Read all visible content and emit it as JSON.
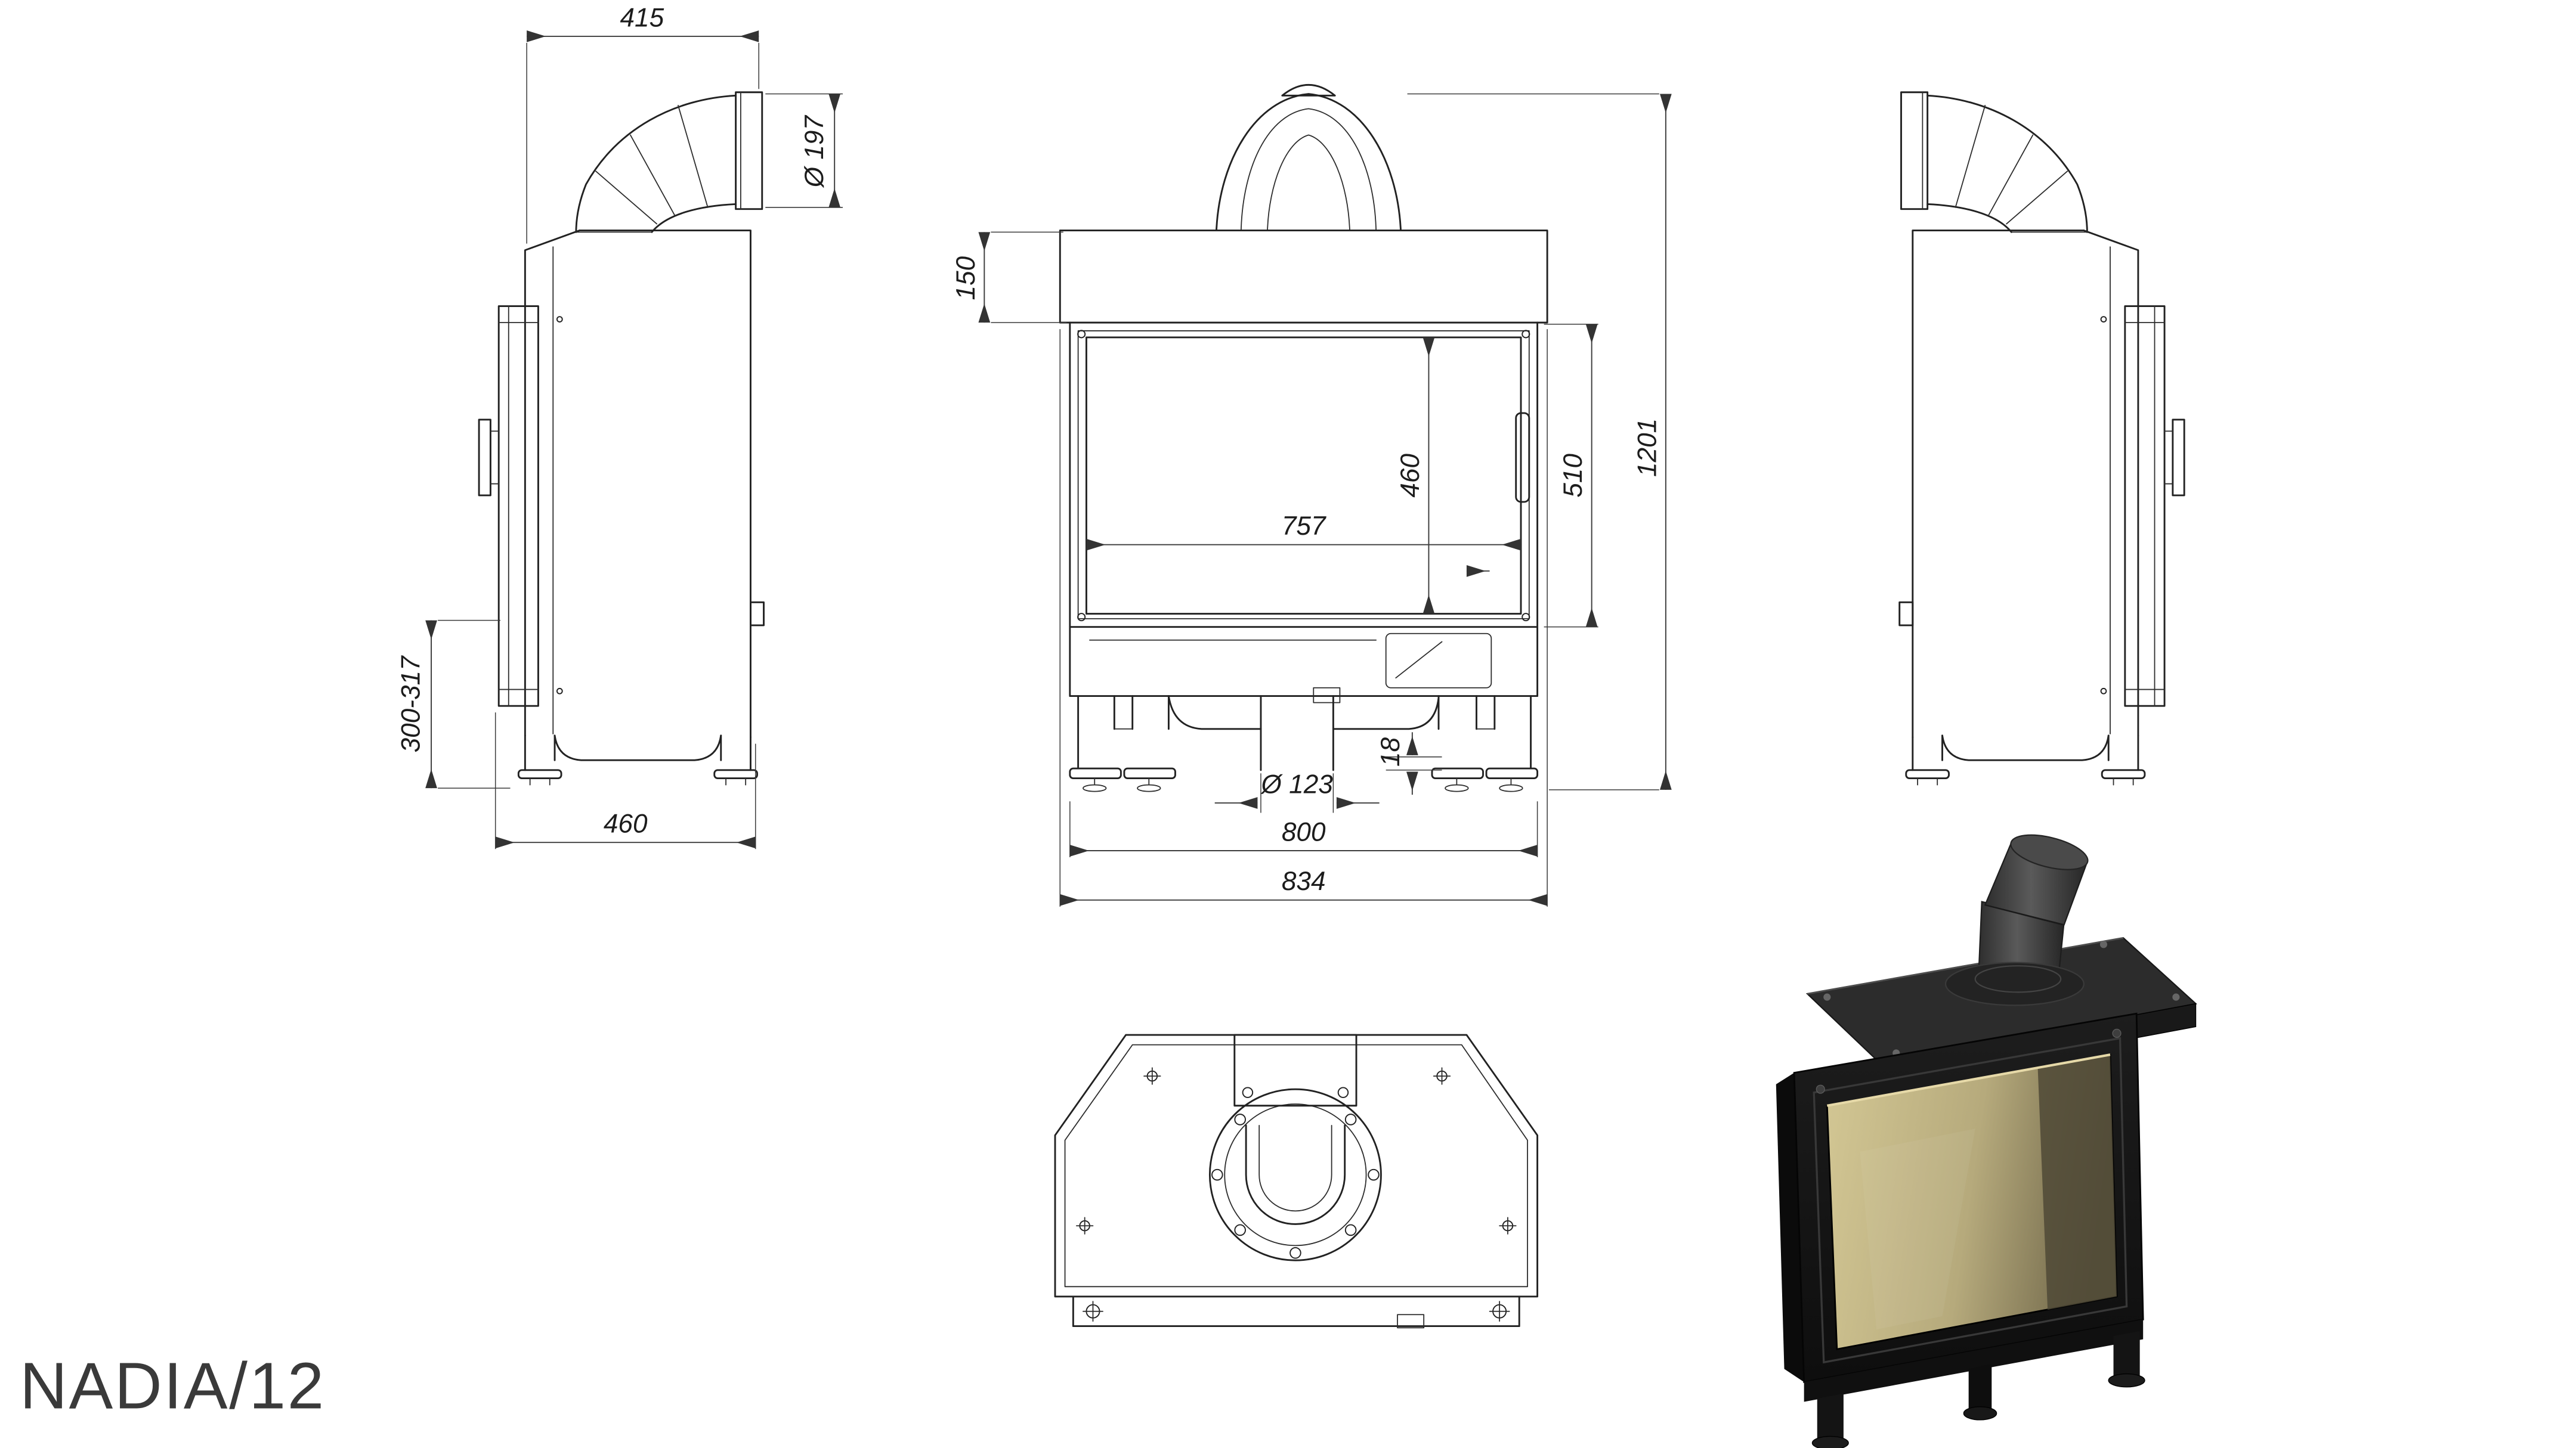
{
  "title_block": {
    "model": "NADIA/12"
  },
  "dimensions": {
    "left_view": {
      "top_depth": "415",
      "flue_diameter": "Ø 197",
      "rear_connection_height": "300-317",
      "overall_depth": "460"
    },
    "front_view": {
      "top_section_height": "150",
      "glass_opening_height": "460",
      "door_frame_height": "510",
      "overall_height": "1201",
      "glass_opening_width": "757",
      "air_inlet_diameter": "Ø 123",
      "leveling_foot_height": "18",
      "body_width": "800",
      "overall_width": "834"
    }
  },
  "colors": {
    "line": "#222222",
    "dimension": "#3c3c3c",
    "render_body": "#161616",
    "render_glass": "#c2b586",
    "background": "#ffffff"
  }
}
